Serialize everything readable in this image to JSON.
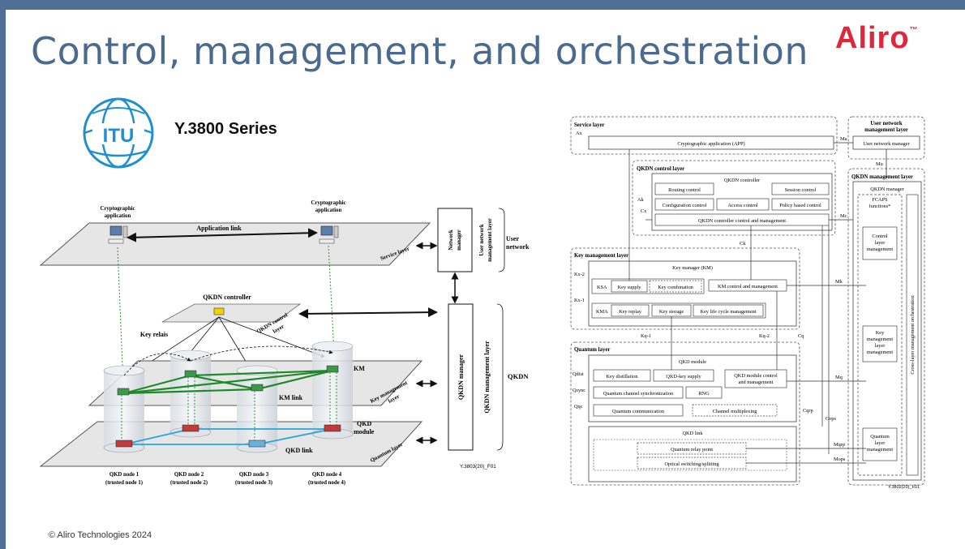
{
  "slide": {
    "title": "Control, management, and orchestration",
    "brand": "Aliro",
    "brand_mark": "™",
    "series": "Y.3800 Series",
    "footer": "© Aliro Technologies 2024",
    "itu_logo_text": "ITU"
  },
  "left_diagram": {
    "crypto_app_left": [
      "Cryptographic",
      "application"
    ],
    "crypto_app_right": [
      "Cryptographic",
      "application"
    ],
    "application_link": "Application link",
    "service_layer": "Service layer",
    "network_manager": [
      "Network",
      "manager"
    ],
    "user_network_mgmt_layer": [
      "User network",
      "management layer"
    ],
    "user_network": [
      "User",
      "network"
    ],
    "qkdn_controller": "QKDN controller",
    "qkdn_control_layer": [
      "QKDN control",
      "layer"
    ],
    "key_relais": "Key relais",
    "km": "KM",
    "km_link": "KM link",
    "key_management_layer": [
      "Key management",
      "layer"
    ],
    "qkd_module": [
      "QKD",
      "module"
    ],
    "quantum_layer": "Quantum layer",
    "qkd_link": "QKD link",
    "qkdn_manager": "QKDN manager",
    "qkdn_management_layer": "QKDN management layer",
    "qkdn": "QKDN",
    "nodes": [
      {
        "name": "QKD node 1",
        "sub": "(trusted node 1)"
      },
      {
        "name": "QKD node 2",
        "sub": "(trusted node 2)"
      },
      {
        "name": "QKD node 3",
        "sub": "(trusted node 3)"
      },
      {
        "name": "QKD node 4",
        "sub": "(trusted node 4)"
      }
    ],
    "figure_id": "Y.3803(20)_F01"
  },
  "right_diagram": {
    "service_layer": "Service layer",
    "crypto_app": "Cryptographic application (APP)",
    "user_network_mgmt_layer": [
      "User network",
      "management layer"
    ],
    "user_network_manager": "User network manager",
    "qkdn_control_layer": "QKDN control layer",
    "qkdn_controller": "QKDN controller",
    "routing_control": "Routing control",
    "session_control": "Session control",
    "configuration_control": "Configuration control",
    "access_control": "Access control",
    "policy_control": "Policy based control",
    "controller_mgmt": "QKDN controller control and management",
    "qkdn_mgmt_layer": "QKDN management layer",
    "qkdn_manager": "QKDN manager",
    "fcaps": [
      "FCAPS",
      "functions*"
    ],
    "control_layer_mgmt": [
      "Control",
      "layer",
      "management"
    ],
    "key_mgmt_layer_mgmt": [
      "Key",
      "management",
      "layer",
      "management"
    ],
    "quantum_layer_mgmt": [
      "Quantum",
      "layer",
      "management"
    ],
    "cross_layer": "Cross-layer management orchestration",
    "key_management_layer": "Key management layer",
    "key_manager": "Key manager (KM)",
    "ksa": "KSA",
    "key_supply": "Key supply",
    "key_combination": "Key combination",
    "km_control": "KM control and management",
    "kma": "KMA",
    "key_replay": "Key replay",
    "key_storage": "Key storage",
    "key_lifecycle": "Key life cycle management",
    "quantum_layer": "Quantum layer",
    "qkd_module": "QKD module",
    "key_distillation": "Key distillation",
    "qkd_key_supply": "QKD-key supply",
    "qkd_module_control": [
      "QKD module control",
      "and management"
    ],
    "quantum_channel_sync": "Quantum channel synchronization",
    "rng": "RNG",
    "quantum_communication": "Quantum communication",
    "channel_multiplexing": "Channel multiplexing",
    "qkd_link": "QKD link",
    "quantum_relay_point": "Quantum relay point",
    "optical_switching": "Optical switching/splitting",
    "interfaces": {
      "ax": "Ax",
      "ma": "Ma",
      "mu": "Mu",
      "ak": "Ak",
      "cx": "Cx",
      "mc": "Mc",
      "ck": "Ck",
      "kx2": "Kx-2",
      "kx1": "Kx-1",
      "mk": "Mk",
      "kq1": "Kq-1",
      "kq2": "Kq-2",
      "cq": "Cq",
      "qdist": "Qdist",
      "qsync": "Qsync",
      "qqc": "Qqc",
      "mq": "Mq",
      "cqrp": "Cqrp",
      "cops": "Cops",
      "mqrp": "Mqrp",
      "mops": "Mops"
    },
    "figure_id": "Y.3802(20)_F01"
  },
  "colors": {
    "accent": "#4f6f95",
    "title": "#4a6a8f",
    "brand": "#e0263b",
    "qkd_link": "#2aa4e0",
    "km_link": "#1f8a2a",
    "itu": "#1f8fd0"
  }
}
